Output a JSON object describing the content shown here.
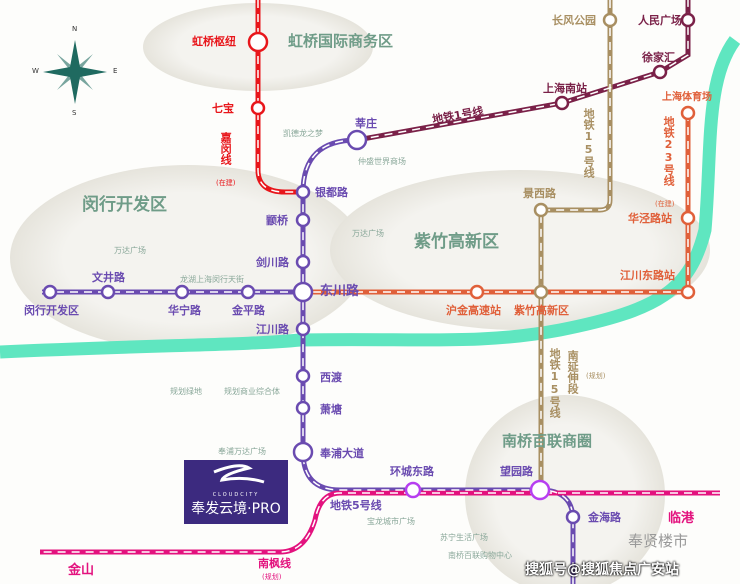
{
  "compass": {
    "n": "N",
    "s": "S",
    "e": "E",
    "w": "W"
  },
  "districts": {
    "hongqiao": "虹桥国际商务区",
    "minhang": "闵行开发区",
    "zizhu": "紫竹高新区",
    "nanqiao": "南桥百联商圈"
  },
  "lines": {
    "jiamin": "嘉闵线",
    "jiamin_status": "(在建)",
    "line1": "地铁1号线",
    "line15": "地铁15号线",
    "line23": "地铁23号线",
    "line23_status": "(在建)",
    "line15_ext": "南延伸段",
    "line15_ext_status": "(规划)",
    "line5": "地铁5号线",
    "nanfeng": "南枫线",
    "nanfeng_status": "(规划)"
  },
  "stations": {
    "hongqiao_hub": "虹桥枢纽",
    "qibao": "七宝",
    "xinzhuang": "莘庄",
    "yindu": "银都路",
    "zhuanqiao": "颛桥",
    "jianchuan": "剑川路",
    "dongchuan": "东川路",
    "jiangchuan": "江川路",
    "xidu": "西渡",
    "xiaotang": "萧塘",
    "fengpu": "奉浦大道",
    "mh_kfq": "闵行开发区",
    "wenjing": "文井路",
    "huaning": "华宁路",
    "jinping": "金平路",
    "changfeng": "长风公园",
    "renmin": "人民广场",
    "xujiahui": "徐家汇",
    "shnan": "上海南站",
    "tiyuchang": "上海体育场",
    "jingxi": "景西路",
    "huajing": "华泾路站",
    "jcd": "江川东路站",
    "hujin": "沪金高速站",
    "zizhu": "紫竹高新区",
    "huancheng": "环城东路",
    "wangyuan": "望园路",
    "jinhai": "金海路",
    "lingang": "临港",
    "jinshan": "金山"
  },
  "places": {
    "kaide": "凯德龙之梦",
    "zhongsheng": "仲盛世界商场",
    "wanda_zz": "万达广场",
    "wanda_mh": "万达广场",
    "longhu": "龙湖上海闵行天街",
    "green": "规划绿地",
    "commercial": "规划商业综合体",
    "wanda_fp": "奉浦万达广场",
    "baolong": "宝龙城市广场",
    "suning": "苏宁生活广场",
    "bailian": "南桥百联购物中心"
  },
  "logo": {
    "brand": "CLOUDCITY",
    "name": "奉发云境·PRO"
  },
  "watermark": "奉贤楼市",
  "source": "搜狐号@搜狐焦点广安站",
  "colors": {
    "line5": "#6a4bb0",
    "jiamin": "#e8161b",
    "line1": "#7a2148",
    "line15": "#a88f62",
    "line23": "#e0603a",
    "nanfeng": "#e3127e",
    "river": "#5fe6c0"
  }
}
